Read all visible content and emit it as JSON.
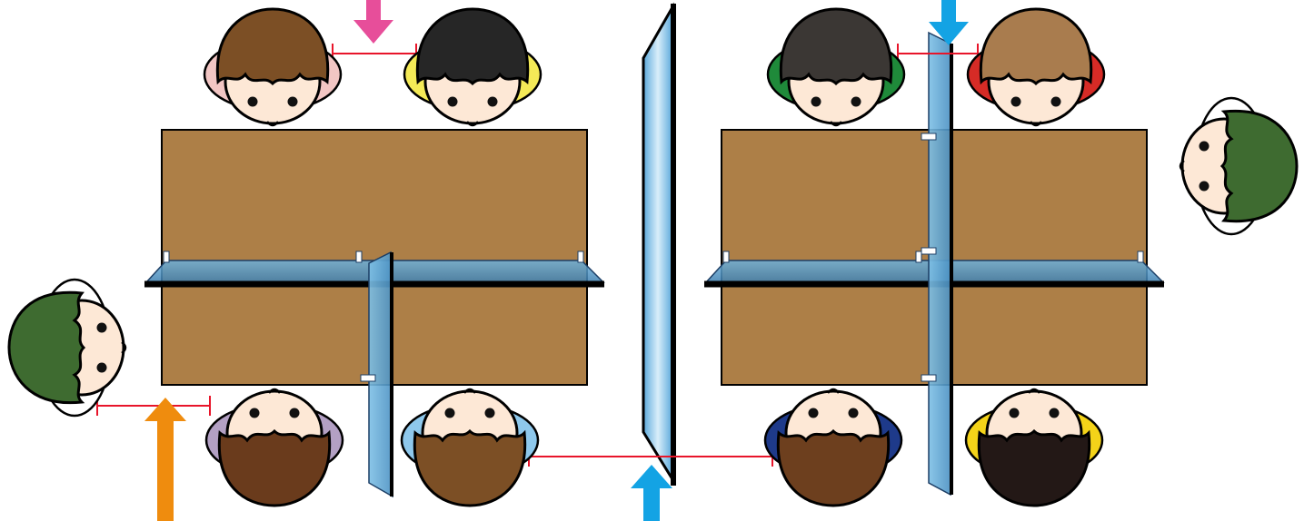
{
  "scene": {
    "background": "#ffffff",
    "table_color": "#ad7f47",
    "partition_color": "#8ec8ec",
    "distance_marker_color": "#e8152a",
    "tables": [
      {
        "name": "left-table"
      },
      {
        "name": "right-table"
      }
    ],
    "people": [
      {
        "name": "person-top-left-1",
        "facing": "down",
        "hair": "#7c4f25",
        "collar": "#f2c6c4"
      },
      {
        "name": "person-top-left-2",
        "facing": "down",
        "hair": "#262626",
        "collar": "#f4ea57"
      },
      {
        "name": "person-top-right-1",
        "facing": "down",
        "hair": "#3b3734",
        "collar": "#1f8a3a"
      },
      {
        "name": "person-top-right-2",
        "facing": "down",
        "hair": "#a97c4e",
        "collar": "#d62b26"
      },
      {
        "name": "person-bottom-left-1",
        "facing": "up",
        "hair": "#6a3b1c",
        "collar": "#b3a0c4"
      },
      {
        "name": "person-bottom-left-2",
        "facing": "up",
        "hair": "#7c4f25",
        "collar": "#8ec8ec"
      },
      {
        "name": "person-bottom-right-1",
        "facing": "up",
        "hair": "#6d3f1e",
        "collar": "#1e3a8a"
      },
      {
        "name": "person-bottom-right-2",
        "facing": "up",
        "hair": "#231816",
        "collar": "#f4d319"
      },
      {
        "name": "person-left-side",
        "facing": "right",
        "hair": "#3e6b30",
        "collar": "#ffffff"
      },
      {
        "name": "person-right-side",
        "facing": "left",
        "hair": "#3e6b30",
        "collar": "#ffffff"
      }
    ],
    "arrows": [
      {
        "name": "arrow-pink",
        "color": "#e74e9a",
        "direction": "down"
      },
      {
        "name": "arrow-cyan-top",
        "color": "#13a3e4",
        "direction": "down"
      },
      {
        "name": "arrow-orange",
        "color": "#ef8c0e",
        "direction": "up"
      },
      {
        "name": "arrow-cyan-bottom",
        "color": "#13a3e4",
        "direction": "up"
      }
    ]
  }
}
